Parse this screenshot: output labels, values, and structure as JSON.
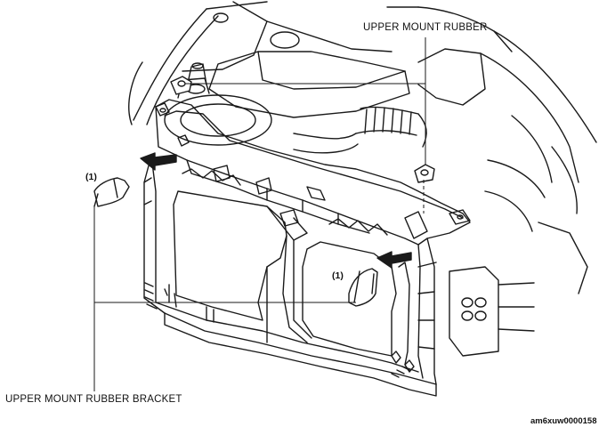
{
  "callouts": {
    "upper_mount_rubber": "UPPER MOUNT RUBBER",
    "upper_mount_rubber_bracket": "UPPER MOUNT RUBBER BRACKET",
    "bracket_ref_left": "(1)",
    "bracket_ref_right": "(1)"
  },
  "figure_code": "am6xuw0000158"
}
